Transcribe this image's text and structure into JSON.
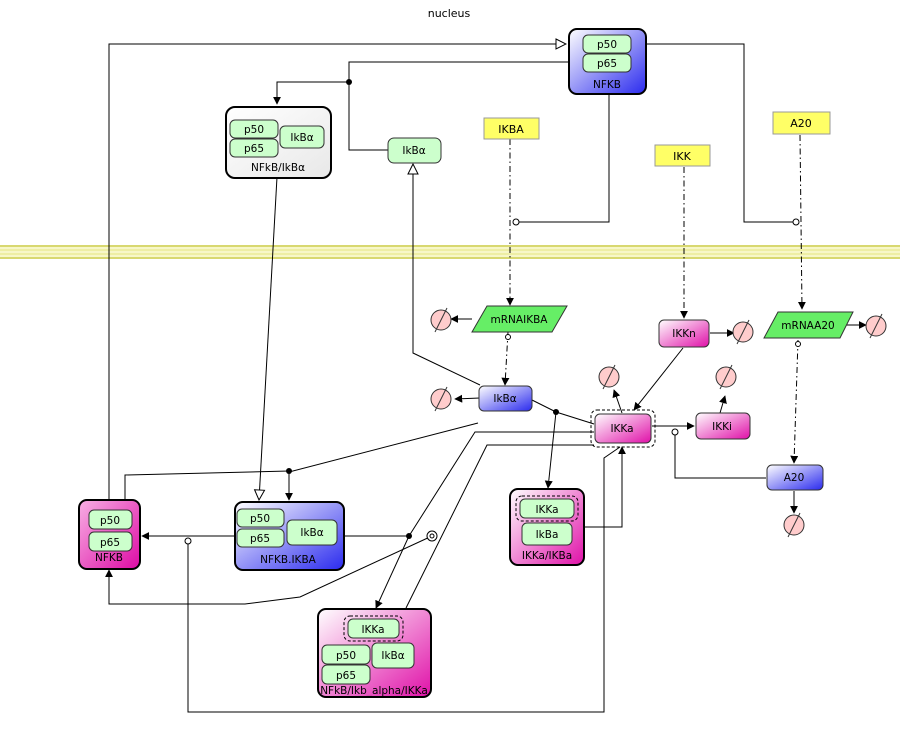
{
  "compartment": {
    "name": "nucleus"
  },
  "genes": {
    "ikba": "IKBA",
    "ikk": "IKK",
    "a20": "A20"
  },
  "mrnas": {
    "mrna_ikba": "mRNAIKBA",
    "mrna_a20": "mRNAA20"
  },
  "species": {
    "nfkb_nuclear": "NFKB",
    "nfkb_ikba_nuclear": "NFkB/IkBα",
    "ikba_nuclear": "IkBα",
    "ikba_cyto": "IkBα",
    "nfkb_ikba_cyto": "NFKB.IKBA",
    "nfkb_cyto": "NFKB",
    "ikkn": "IKKn",
    "ikka": "IKKa",
    "ikki": "IKKi",
    "a20": "A20",
    "ikka_ikba": "IKKa/IKBa",
    "nfkb_ikba_ikka": "NFkB/Ikb_alpha/IKKa"
  },
  "subunits": {
    "p50": "p50",
    "p65": "p65",
    "ikba": "IkBα",
    "ikka": "IKKa",
    "ikba_latin": "IkBa"
  },
  "colors": {
    "blue_node": "#3333ee",
    "magenta_node": "#e020b0",
    "green_subunit": "#ccffcc",
    "gene_yellow": "#ffff66",
    "mrna_green": "#66ee66",
    "degradation": "#ffcccc",
    "membrane": "#e6e680"
  }
}
